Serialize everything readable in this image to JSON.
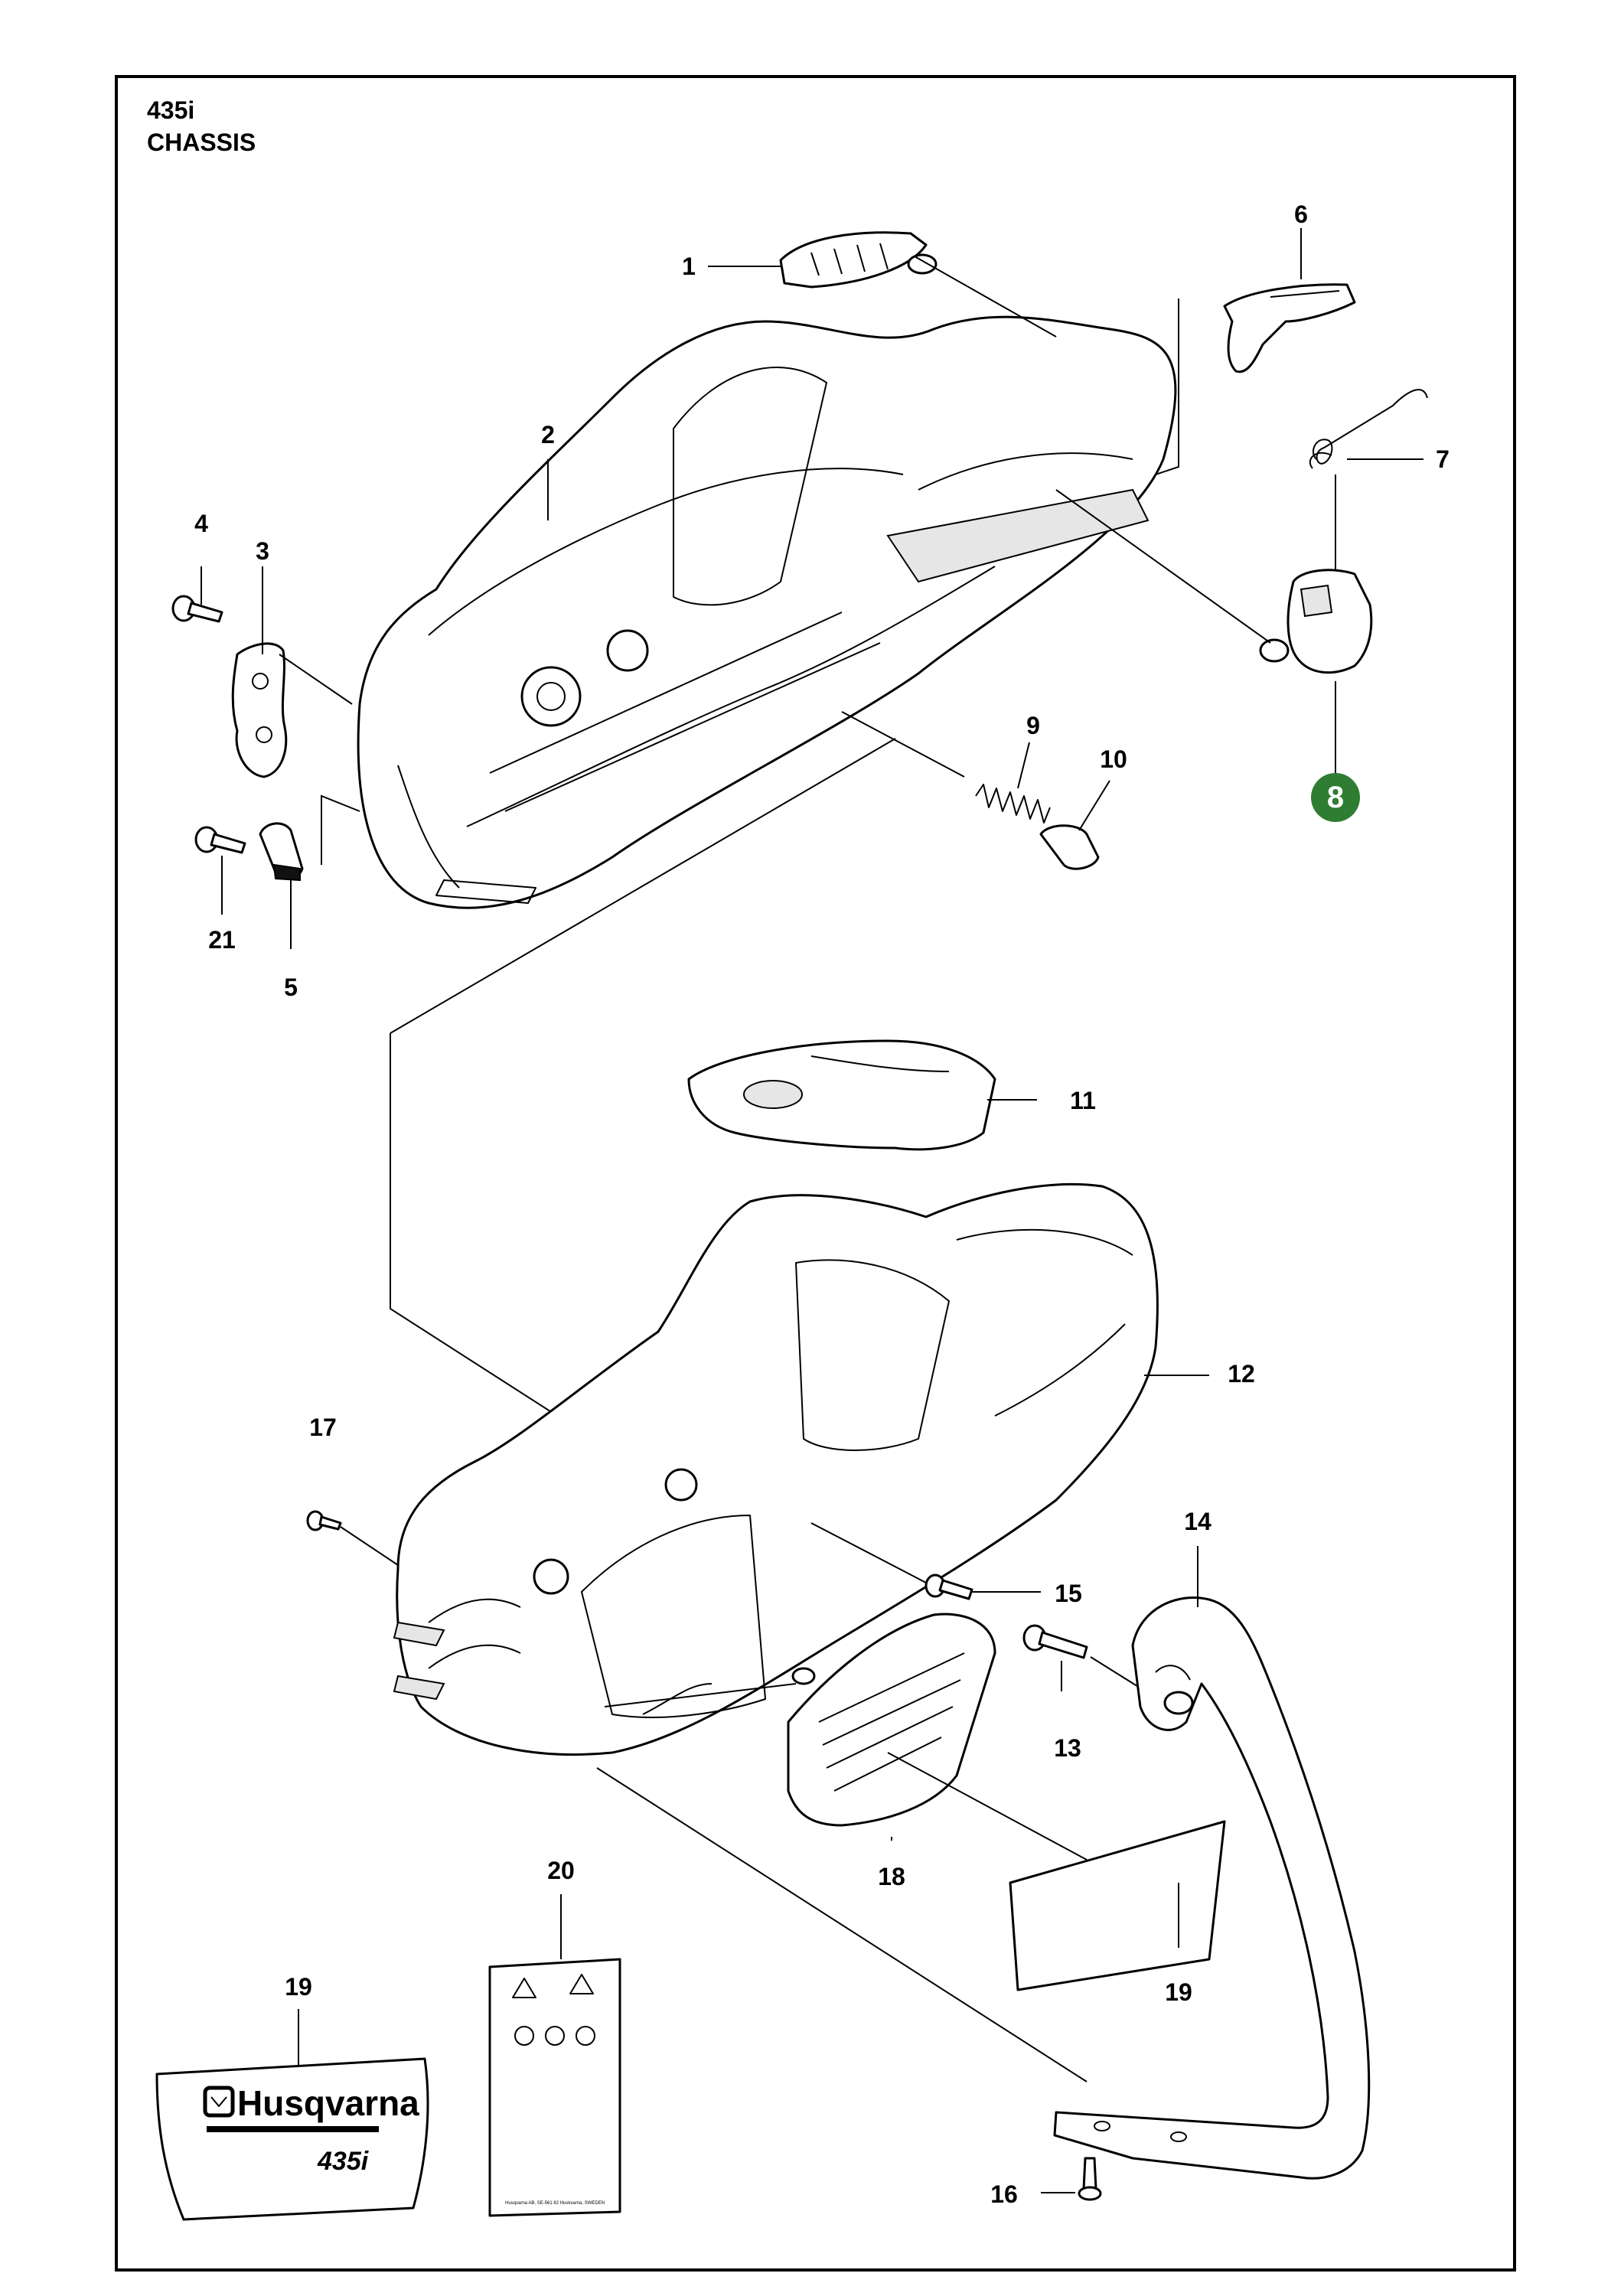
{
  "title": {
    "model": "435i",
    "section": "CHASSIS"
  },
  "colors": {
    "highlight_badge": "#2e7d32",
    "line": "#000000",
    "background": "#ffffff"
  },
  "callouts": [
    {
      "id": "1",
      "label": "1",
      "highlighted": false
    },
    {
      "id": "2",
      "label": "2",
      "highlighted": false
    },
    {
      "id": "3",
      "label": "3",
      "highlighted": false
    },
    {
      "id": "4",
      "label": "4",
      "highlighted": false
    },
    {
      "id": "5",
      "label": "5",
      "highlighted": false
    },
    {
      "id": "6",
      "label": "6",
      "highlighted": false
    },
    {
      "id": "7",
      "label": "7",
      "highlighted": false
    },
    {
      "id": "8",
      "label": "8",
      "highlighted": true
    },
    {
      "id": "9",
      "label": "9",
      "highlighted": false
    },
    {
      "id": "10",
      "label": "10",
      "highlighted": false
    },
    {
      "id": "11",
      "label": "11",
      "highlighted": false
    },
    {
      "id": "12",
      "label": "12",
      "highlighted": false
    },
    {
      "id": "13",
      "label": "13",
      "highlighted": false
    },
    {
      "id": "14",
      "label": "14",
      "highlighted": false
    },
    {
      "id": "15",
      "label": "15",
      "highlighted": false
    },
    {
      "id": "16",
      "label": "16",
      "highlighted": false
    },
    {
      "id": "17",
      "label": "17",
      "highlighted": false
    },
    {
      "id": "18",
      "label": "18",
      "highlighted": false
    },
    {
      "id": "19a",
      "label": "19",
      "highlighted": false
    },
    {
      "id": "19b",
      "label": "19",
      "highlighted": false
    },
    {
      "id": "20",
      "label": "20",
      "highlighted": false
    },
    {
      "id": "21",
      "label": "21",
      "highlighted": false
    }
  ],
  "decal_logo": {
    "brand": "Husqvarna",
    "model": "435i"
  },
  "warning_label": {
    "fine_print": "Husqvarna AB, SE-561 82 Huskvarna, SWEDEN"
  }
}
